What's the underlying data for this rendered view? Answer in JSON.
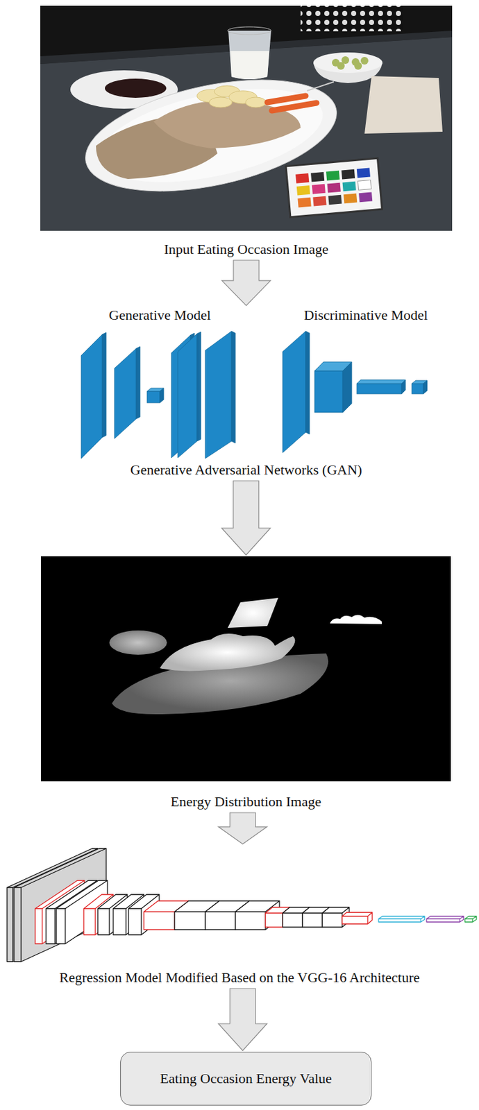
{
  "diagram": {
    "nodes": [
      {
        "text": [
          "Input Eating Occasion Image"
        ]
      },
      {
        "text": [
          "Generative Model",
          "Discriminative Model",
          "Generative Adversarial Networks (GAN)"
        ]
      },
      {
        "text": [
          "Energy Distribution Image"
        ]
      },
      {
        "text": [
          "Regression Model Modified Based on the VGG-16 Architecture"
        ]
      },
      {
        "text": [
          "Eating Occasion Energy Value"
        ]
      }
    ],
    "edges": [
      {
        "from": 0,
        "to": 1,
        "arrow": "to"
      },
      {
        "from": 1,
        "to": 2,
        "arrow": "to"
      },
      {
        "from": 2,
        "to": 3,
        "arrow": "to"
      },
      {
        "from": 3,
        "to": 4,
        "arrow": "to"
      }
    ]
  }
}
